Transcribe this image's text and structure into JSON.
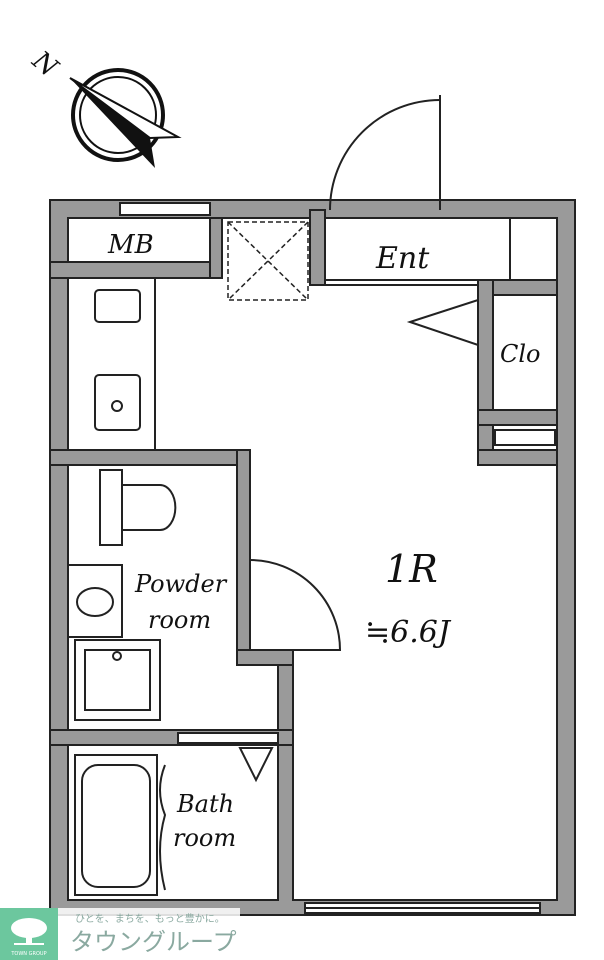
{
  "compass": {
    "label": "N"
  },
  "rooms": {
    "mb": "MB",
    "entrance": "Ent",
    "closet": "Clo",
    "powder_room": [
      "Powder",
      "room"
    ],
    "bath_room": [
      "Bath",
      "room"
    ],
    "main_room": "1R",
    "main_room_size": "≒6.6J"
  },
  "logo": {
    "tagline": "ひとを、まちを、もっと豊かに。",
    "name": "タウングループ",
    "mark_text": "TOWN GROUP",
    "brand_color": "#6cc79e"
  },
  "colors": {
    "wall": "#9a9a9a",
    "line": "#222222"
  }
}
